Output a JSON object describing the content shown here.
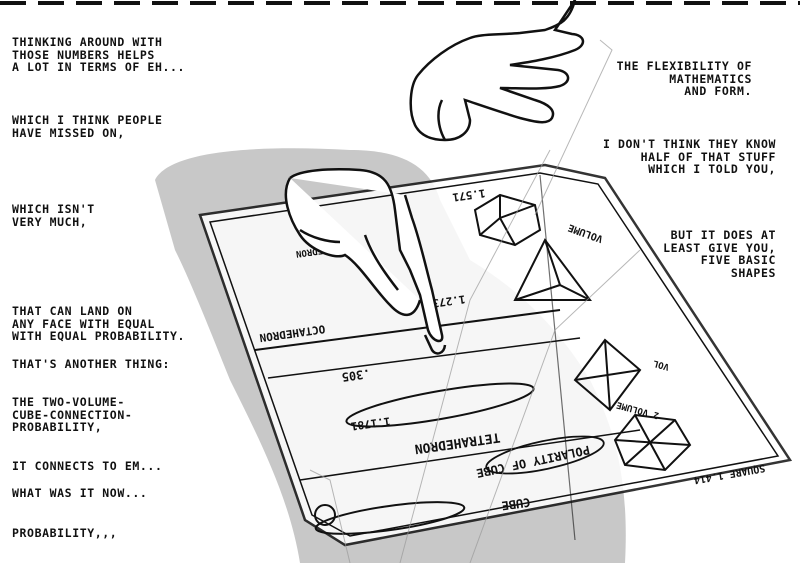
{
  "captions_left": [
    "THINKING AROUND WITH\nTHOSE NUMBERS HELPS\nA LOT IN TERMS OF EH...",
    "WHICH I THINK PEOPLE\nHAVE MISSED ON,",
    "WHICH ISN'T\nVERY MUCH,",
    "THAT CAN LAND ON\nANY FACE WITH EQUAL\nWITH EQUAL PROBABILITY.",
    "THAT'S ANOTHER THING:",
    "THE TWO-VOLUME-\nCUBE-CONNECTION-\nPROBABILITY,",
    "IT CONNECTS TO EM...",
    "WHAT WAS IT NOW...",
    "PROBABILITY,,,"
  ],
  "captions_right": [
    "THE FLEXIBILITY OF\nMATHEMATICS\nAND FORM.",
    "I DON'T THINK THEY KNOW\nHALF OF THAT STUFF\nWHICH I TOLD YOU,",
    "BUT IT DOES AT\nLEAST GIVE YOU,\nFIVE BASIC\nSHAPES"
  ],
  "sheet_labels": {
    "tetrahedron": "TETRAHEDRON",
    "octahedron": "OCTAHEDRON",
    "polarity": "POLARITY OF CUBE",
    "cube": "CUBE",
    "volume": "VOLUME",
    "icosa": "ICOSAHEDRON",
    "square": "SQUARE 1.414",
    "num_a": "1.273",
    "num_b": "1.1781",
    "num_c": ".305",
    "num_d": "1.571",
    "num_e": "2 VOLUME",
    "num_f": "VOL"
  },
  "colors": {
    "ink": "#111111",
    "shadow": "#c8c8c8",
    "paper": "#ffffff"
  }
}
